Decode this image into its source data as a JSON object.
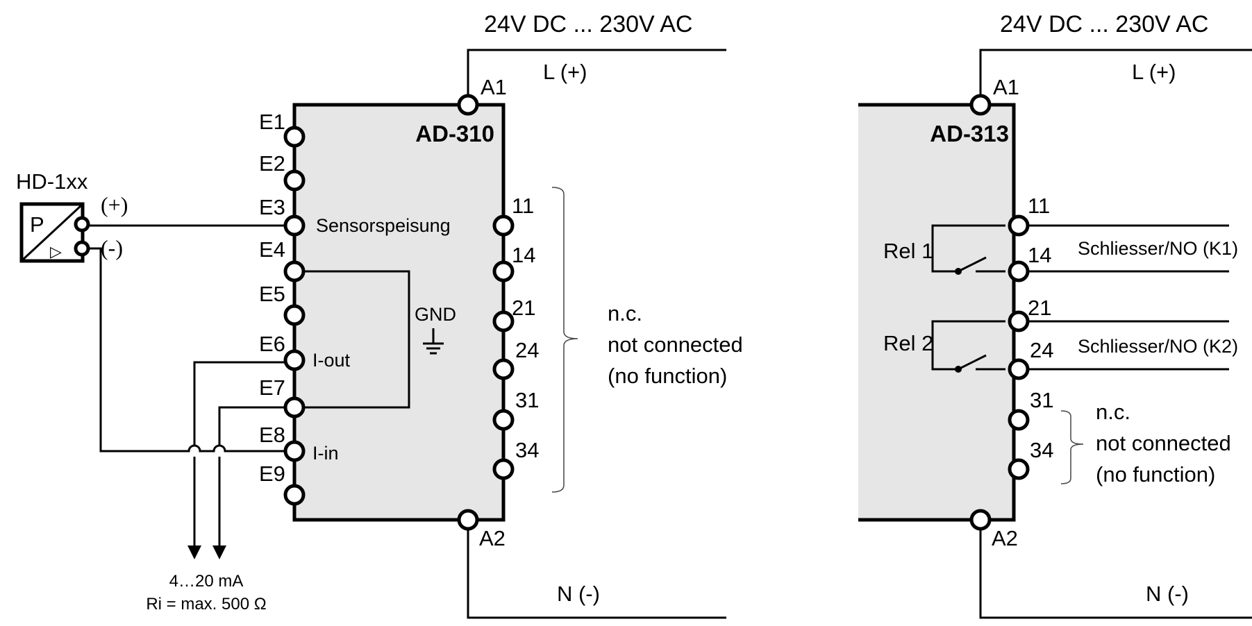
{
  "supply": {
    "voltage": "24V DC ... 230V AC",
    "line": "L (+)",
    "neutral": "N (-)"
  },
  "sensor": {
    "name": "HD-1xx",
    "symbol": "P",
    "plus": "(+)",
    "minus": "(-)",
    "triangle_icon": "▷"
  },
  "ad310": {
    "title": "AD-310",
    "a1": "A1",
    "a2": "A2",
    "inputs": [
      "E1",
      "E2",
      "E3",
      "E4",
      "E5",
      "E6",
      "E7",
      "E8",
      "E9"
    ],
    "input_labels": {
      "e3": "Sensorspeisung",
      "e6": "I-out",
      "e8": "I-in",
      "gnd": "GND"
    },
    "outputs": [
      "11",
      "14",
      "21",
      "24",
      "31",
      "34"
    ],
    "nc": [
      "n.c.",
      "not connected",
      "(no function)"
    ],
    "current_out": [
      "4…20 mA",
      "Ri = max. 500 Ω"
    ]
  },
  "ad313": {
    "title": "AD-313",
    "a1": "A1",
    "a2": "A2",
    "outputs": [
      "11",
      "14",
      "21",
      "24",
      "31",
      "34"
    ],
    "relays": [
      "Rel 1",
      "Rel 2"
    ],
    "contacts": [
      "Schliesser/NO (K1)",
      "Schliesser/NO (K2)"
    ],
    "nc": [
      "n.c.",
      "not connected",
      "(no function)"
    ]
  }
}
